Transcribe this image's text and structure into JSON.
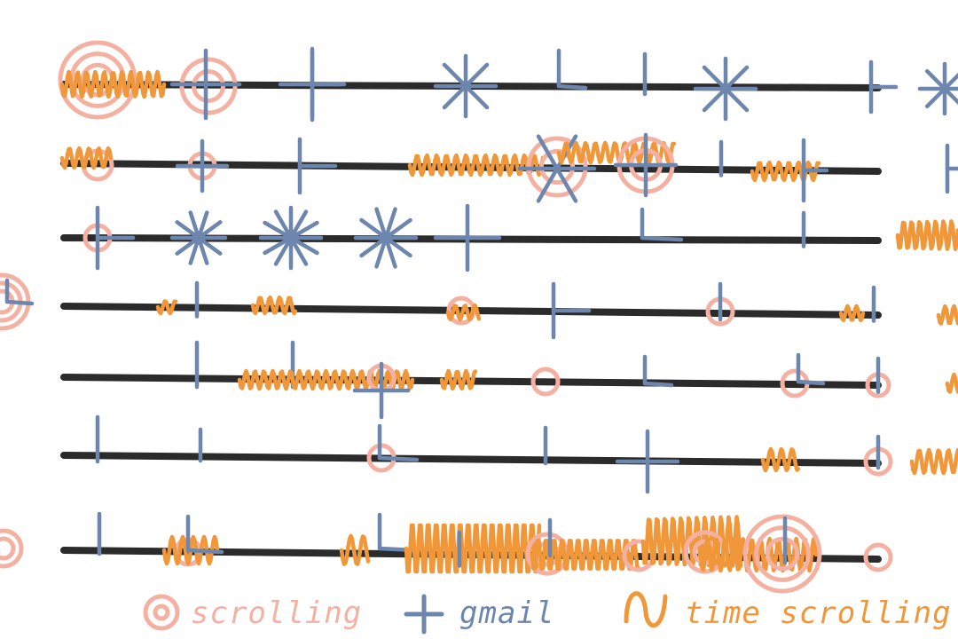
{
  "colors": {
    "line": "#2b2b2b",
    "scrolling": "#f4b1a2",
    "gmail": "#6d86ad",
    "time_scrolling": "#f0973a",
    "background": "#ffffff"
  },
  "legend": [
    {
      "key": "scrolling",
      "icon": "concentric-circle-icon",
      "label": "scrolling"
    },
    {
      "key": "gmail",
      "icon": "plus-cross-icon",
      "label": "gmail"
    },
    {
      "key": "time_scrolling",
      "icon": "squiggle-wave-icon",
      "label": "time scrolling"
    }
  ]
}
